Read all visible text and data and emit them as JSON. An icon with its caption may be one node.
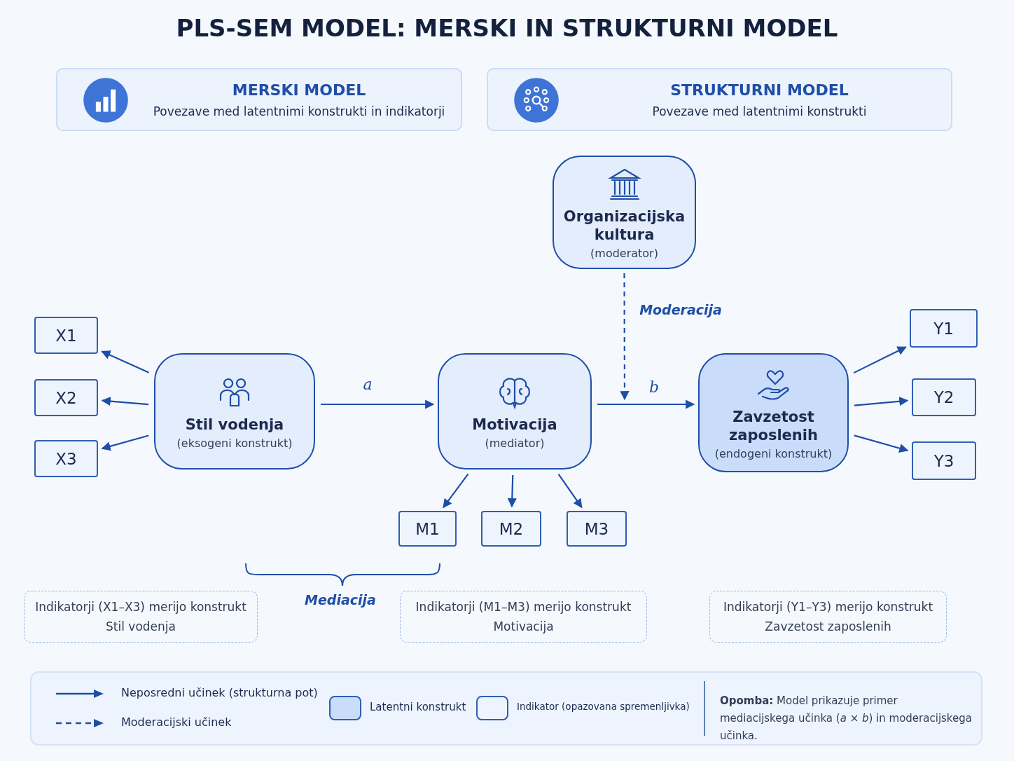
{
  "diagram": {
    "title": "PLS-SEM MODEL: MERSKI IN STRUKTURNI MODEL",
    "nodes": [
      {
        "text": [
          "MERSKI MODEL",
          "Povezave med latentnimi konstrukti in indikatorji"
        ]
      },
      {
        "text": [
          "STRUKTURNI MODEL",
          "Povezave med latentnimi konstrukti"
        ]
      },
      {
        "text": [
          "Organizacijska kultura",
          "(moderator)"
        ]
      },
      {
        "text": [
          "X1"
        ]
      },
      {
        "text": [
          "X2"
        ]
      },
      {
        "text": [
          "X3"
        ]
      },
      {
        "text": [
          "Stil vodenja",
          "(eksogeni konstrukt)"
        ]
      },
      {
        "text": [
          "Motivacija",
          "(mediator)"
        ]
      },
      {
        "text": [
          "Zavzetost zaposlenih",
          "(endogeni konstrukt)"
        ]
      },
      {
        "text": [
          "Y1"
        ]
      },
      {
        "text": [
          "Y2"
        ]
      },
      {
        "text": [
          "Y3"
        ]
      },
      {
        "text": [
          "M1"
        ]
      },
      {
        "text": [
          "M2"
        ]
      },
      {
        "text": [
          "M3"
        ]
      },
      {
        "text": [
          "Indikatorji (X1–X3) merijo konstrukt Stil vodenja"
        ]
      },
      {
        "text": [
          "Indikatorji (M1–M3) merijo konstrukt Motivacija"
        ]
      },
      {
        "text": [
          "Indikatorji (Y1–Y3) merijo konstrukt Zavzetost zaposlenih"
        ]
      }
    ],
    "edges": [
      {
        "from": 6,
        "to": 3,
        "arrow": "to"
      },
      {
        "from": 6,
        "to": 4,
        "arrow": "to"
      },
      {
        "from": 6,
        "to": 5,
        "arrow": "to"
      },
      {
        "from": 6,
        "to": 7,
        "arrow": "to",
        "label": "a"
      },
      {
        "from": 7,
        "to": 8,
        "arrow": "to",
        "label": "b"
      },
      {
        "from": 2,
        "to": null,
        "arrow": "to",
        "style": "dashed",
        "label": "Moderacija"
      },
      {
        "from": 7,
        "to": 12,
        "arrow": "to"
      },
      {
        "from": 7,
        "to": 13,
        "arrow": "to"
      },
      {
        "from": 7,
        "to": 14,
        "arrow": "to"
      },
      {
        "from": 8,
        "to": 9,
        "arrow": "to"
      },
      {
        "from": 8,
        "to": 10,
        "arrow": "to"
      },
      {
        "from": 8,
        "to": 11,
        "arrow": "to"
      }
    ],
    "labels": [
      "Mediacija",
      "**Opomba:** Model prikazuje primer mediacijskega učinka (*a* × *b*) in moderacijskega učinka."
    ],
    "legend": [
      {
        "text": "Neposredni učinek (strukturna pot)"
      },
      {
        "text": "Moderacijski učinek"
      },
      {
        "text": "Latentni konstrukt",
        "color": "#c9ddfb"
      },
      {
        "text": "Indikator (opazovana spremenljivka)",
        "color": "#eef4fd"
      }
    ]
  }
}
